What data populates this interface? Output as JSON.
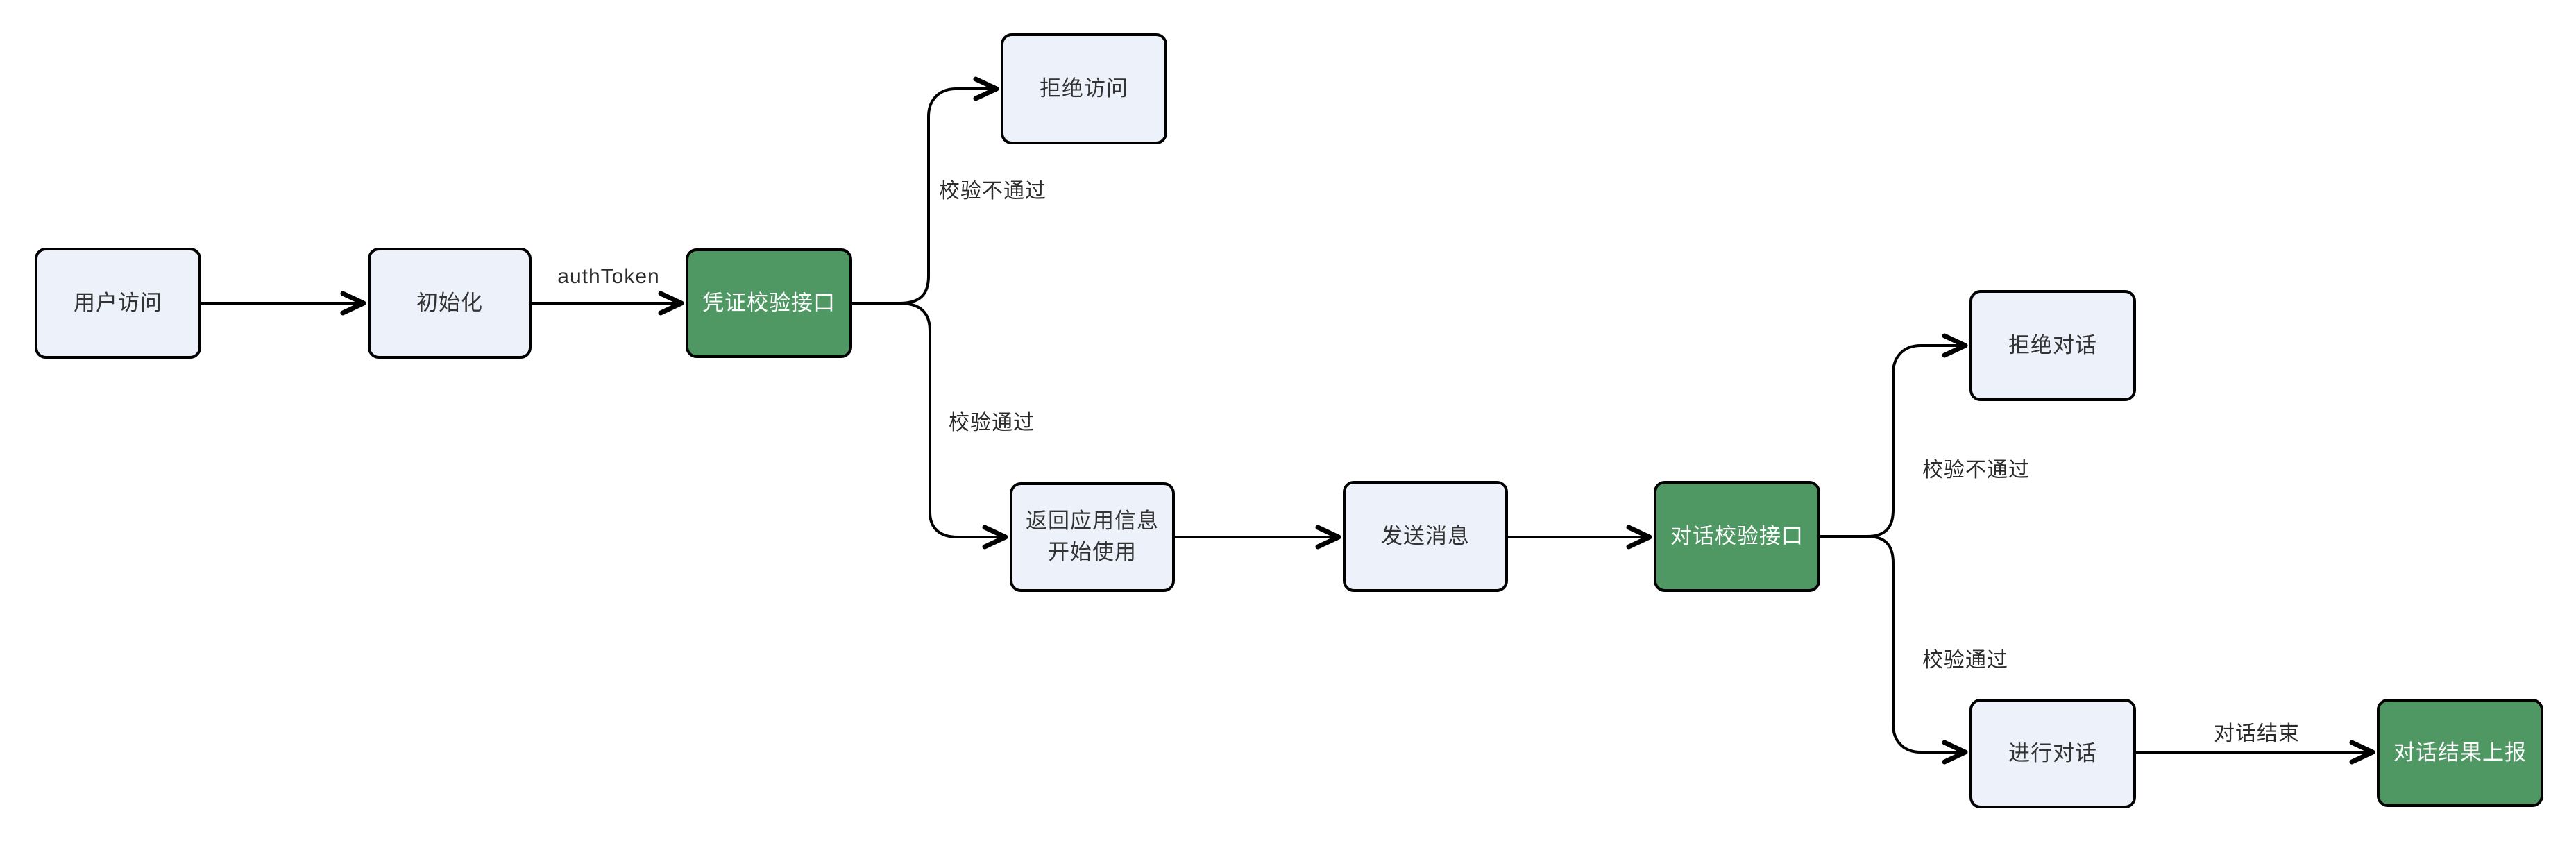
{
  "diagram": {
    "type": "flowchart",
    "background": "#FFFFFF",
    "colors": {
      "node_fill": "#ECF1FA",
      "node_border": "#000000",
      "node_text": "#333333",
      "highlight_fill": "#4F9863",
      "highlight_text": "#FFFFFF",
      "edge_stroke": "#000000",
      "edge_label_text": "#2B2B2B"
    },
    "nodes": [
      {
        "id": "user-access",
        "label": "用户访问",
        "type": "default"
      },
      {
        "id": "init",
        "label": "初始化",
        "type": "default"
      },
      {
        "id": "credential-check-api",
        "label": "凭证校验接口",
        "type": "green"
      },
      {
        "id": "deny-access",
        "label": "拒绝访问",
        "type": "default"
      },
      {
        "id": "return-app-info",
        "label_line1": "返回应用信息",
        "label_line2": "开始使用",
        "type": "default"
      },
      {
        "id": "send-message",
        "label": "发送消息",
        "type": "default"
      },
      {
        "id": "dialog-check-api",
        "label": "对话校验接口",
        "type": "green"
      },
      {
        "id": "deny-dialog",
        "label": "拒绝对话",
        "type": "default"
      },
      {
        "id": "do-dialog",
        "label": "进行对话",
        "type": "default"
      },
      {
        "id": "report-dialog-result",
        "label": "对话结果上报",
        "type": "green"
      }
    ],
    "edges": [
      {
        "from": "用户访问",
        "to": "初始化",
        "label": ""
      },
      {
        "from": "初始化",
        "to": "凭证校验接口",
        "label": "authToken"
      },
      {
        "from": "凭证校验接口",
        "to": "拒绝访问",
        "label": "校验不通过"
      },
      {
        "from": "凭证校验接口",
        "to": "返回应用信息开始使用",
        "label": "校验通过"
      },
      {
        "from": "返回应用信息开始使用",
        "to": "发送消息",
        "label": ""
      },
      {
        "from": "发送消息",
        "to": "对话校验接口",
        "label": ""
      },
      {
        "from": "对话校验接口",
        "to": "拒绝对话",
        "label": "校验不通过"
      },
      {
        "from": "对话校验接口",
        "to": "进行对话",
        "label": "校验通过"
      },
      {
        "from": "进行对话",
        "to": "对话结果上报",
        "label": "对话结束"
      }
    ]
  }
}
